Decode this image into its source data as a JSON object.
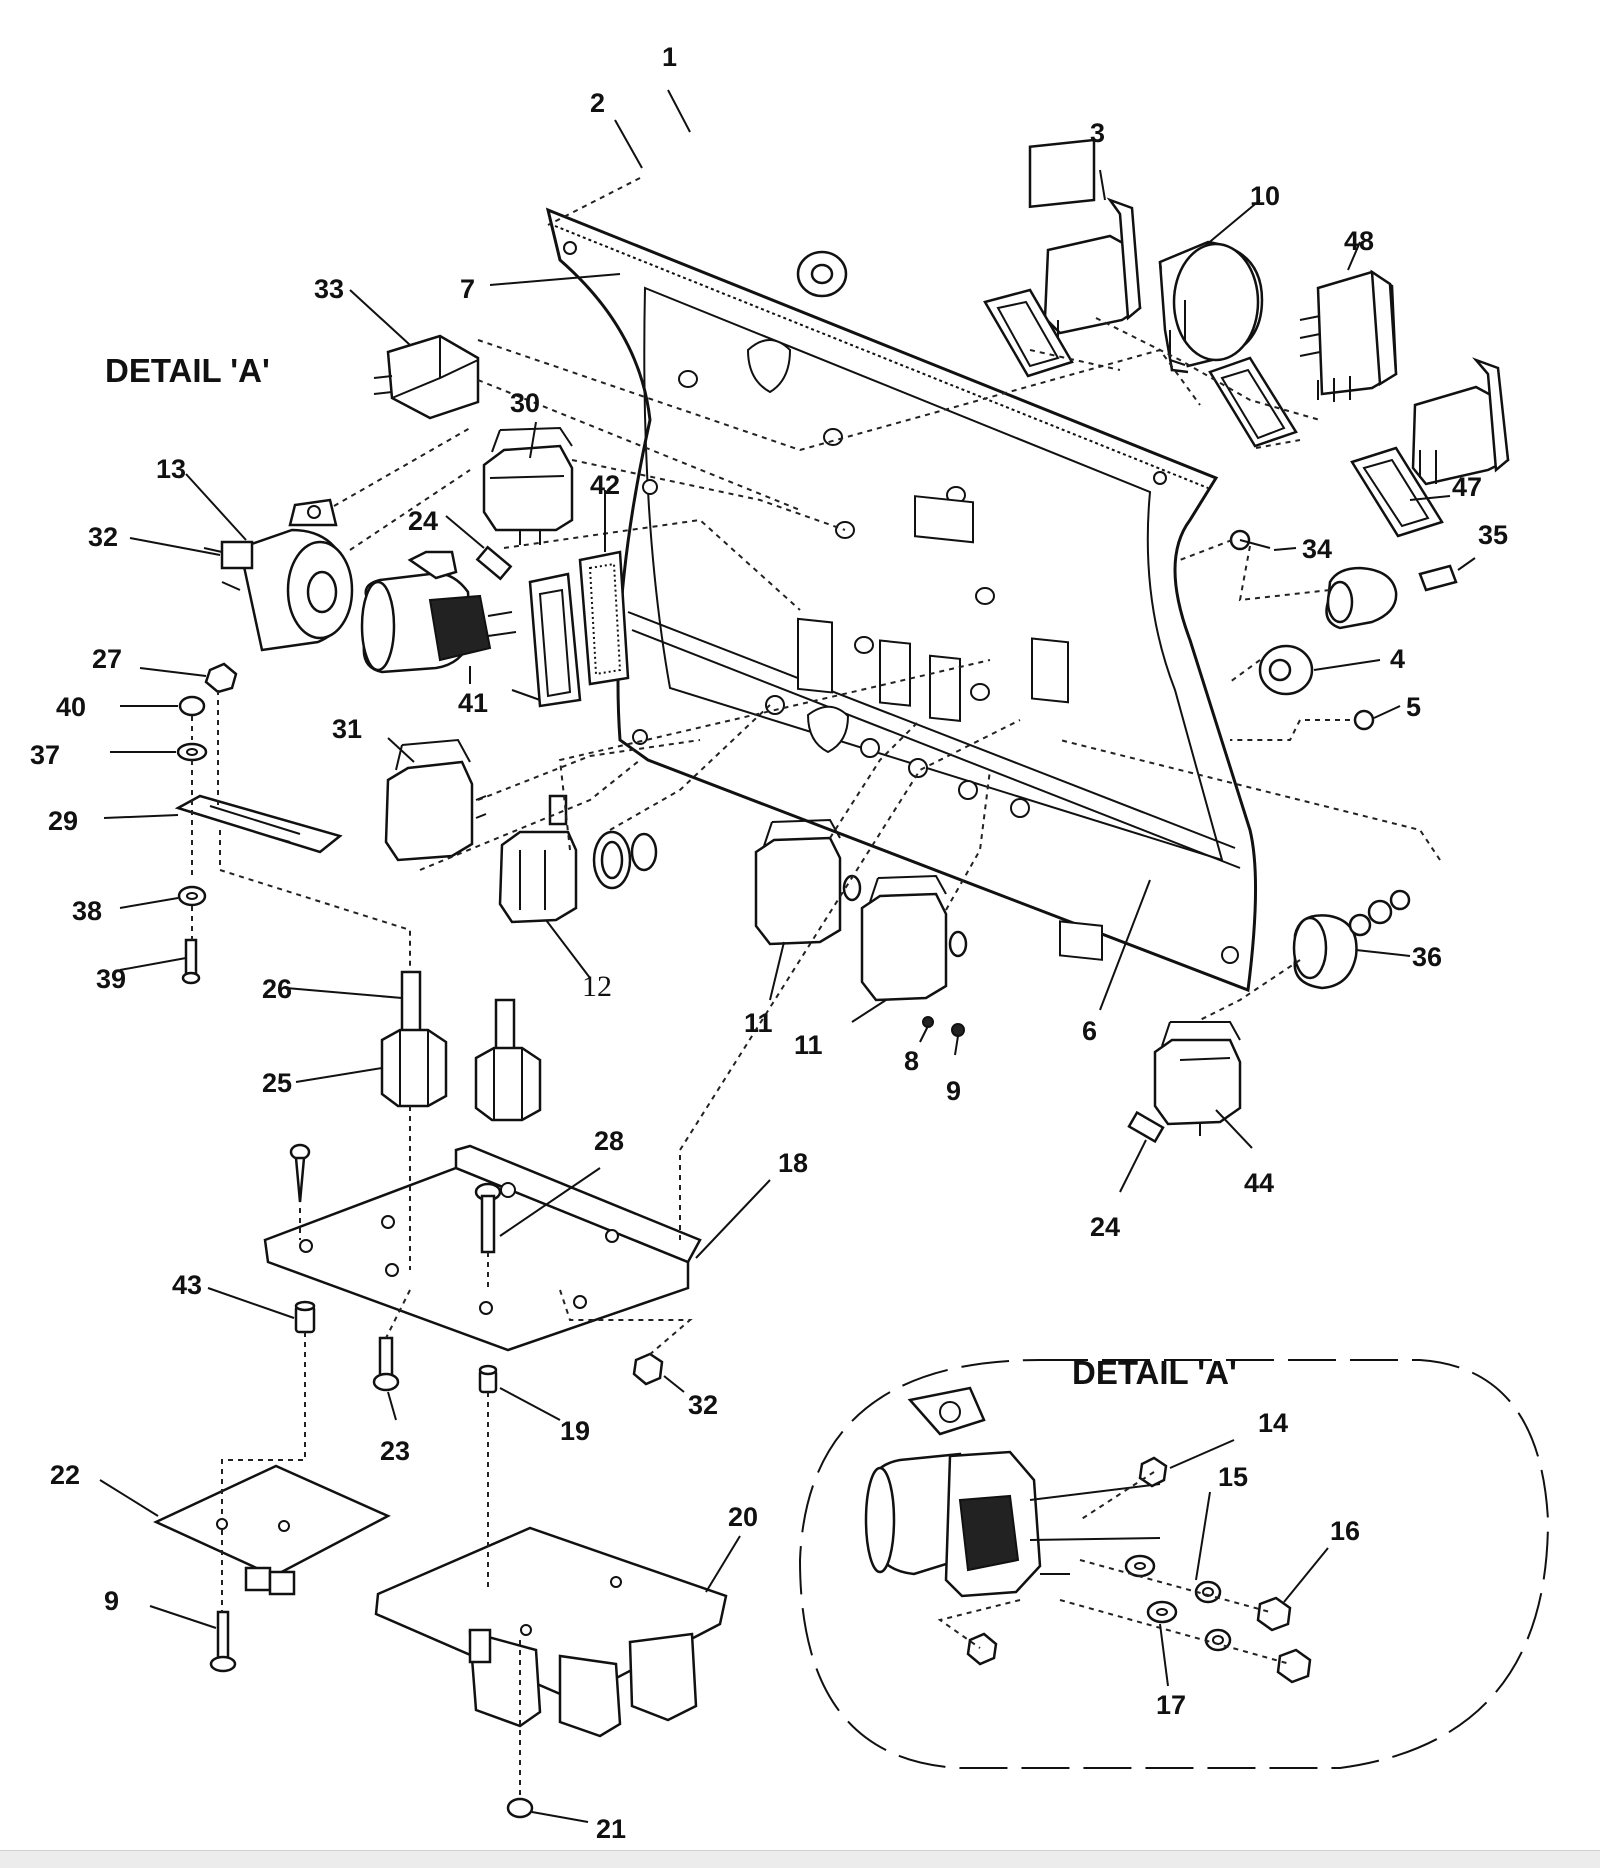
{
  "titles": {
    "detail_main": "DETAIL 'A'",
    "detail_inset": "DETAIL 'A'"
  },
  "callouts": [
    {
      "id": "c1",
      "text": "1"
    },
    {
      "id": "c2",
      "text": "2"
    },
    {
      "id": "c3",
      "text": "3"
    },
    {
      "id": "c10",
      "text": "10"
    },
    {
      "id": "c48",
      "text": "48"
    },
    {
      "id": "c7",
      "text": "7"
    },
    {
      "id": "c33",
      "text": "33"
    },
    {
      "id": "c30",
      "text": "30"
    },
    {
      "id": "c13",
      "text": "13"
    },
    {
      "id": "c32a",
      "text": "32"
    },
    {
      "id": "c24a",
      "text": "24"
    },
    {
      "id": "c42",
      "text": "42"
    },
    {
      "id": "c47",
      "text": "47"
    },
    {
      "id": "c34",
      "text": "34"
    },
    {
      "id": "c35",
      "text": "35"
    },
    {
      "id": "c4",
      "text": "4"
    },
    {
      "id": "c5",
      "text": "5"
    },
    {
      "id": "c27",
      "text": "27"
    },
    {
      "id": "c40",
      "text": "40"
    },
    {
      "id": "c37",
      "text": "37"
    },
    {
      "id": "c41",
      "text": "41"
    },
    {
      "id": "c31",
      "text": "31"
    },
    {
      "id": "c29",
      "text": "29"
    },
    {
      "id": "c38",
      "text": "38"
    },
    {
      "id": "c39",
      "text": "39"
    },
    {
      "id": "c12",
      "text": "12"
    },
    {
      "id": "c11a",
      "text": "11"
    },
    {
      "id": "c11b",
      "text": "11"
    },
    {
      "id": "c8",
      "text": "8"
    },
    {
      "id": "c9a",
      "text": "9"
    },
    {
      "id": "c6",
      "text": "6"
    },
    {
      "id": "c36",
      "text": "36"
    },
    {
      "id": "c26",
      "text": "26"
    },
    {
      "id": "c25",
      "text": "25"
    },
    {
      "id": "c28",
      "text": "28"
    },
    {
      "id": "c18",
      "text": "18"
    },
    {
      "id": "c44",
      "text": "44"
    },
    {
      "id": "c24b",
      "text": "24"
    },
    {
      "id": "c43",
      "text": "43"
    },
    {
      "id": "c32b",
      "text": "32"
    },
    {
      "id": "c23",
      "text": "23"
    },
    {
      "id": "c19",
      "text": "19"
    },
    {
      "id": "c22",
      "text": "22"
    },
    {
      "id": "c20",
      "text": "20"
    },
    {
      "id": "c9b",
      "text": "9"
    },
    {
      "id": "c21",
      "text": "21"
    },
    {
      "id": "c14",
      "text": "14"
    },
    {
      "id": "c15",
      "text": "15"
    },
    {
      "id": "c16",
      "text": "16"
    },
    {
      "id": "c17",
      "text": "17"
    }
  ]
}
